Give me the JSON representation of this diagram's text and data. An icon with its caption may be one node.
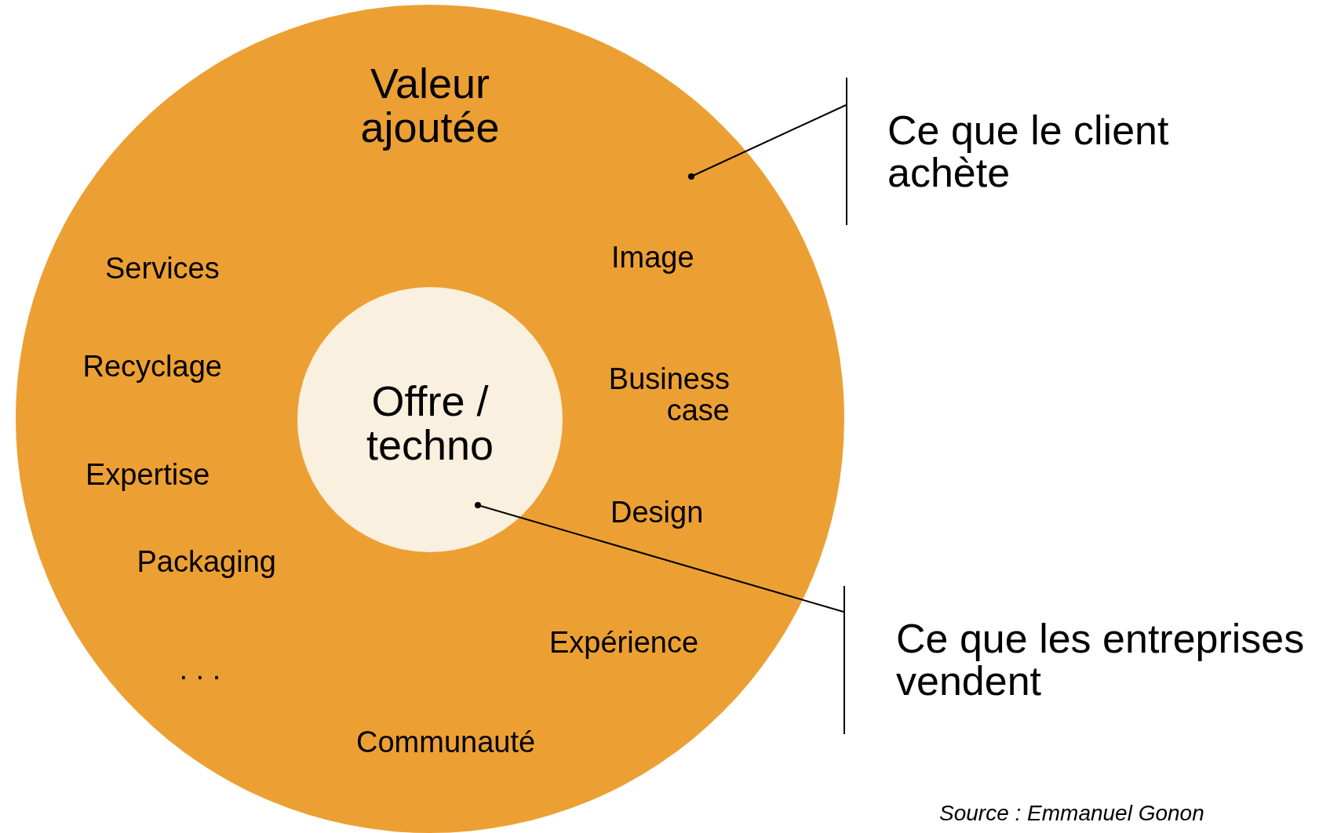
{
  "diagram": {
    "nodes": [
      {
        "text": [
          "Valeur ajoutée",
          "Image",
          "Services",
          "Recyclage",
          "Business case",
          "Expertise",
          "Design",
          "Packaging",
          "Expérience",
          ". . .",
          "Communauté"
        ]
      },
      {
        "text": [
          "Offre / techno"
        ],
        "in": 0
      },
      {
        "text": [
          "Ce que le client achète"
        ]
      },
      {
        "text": [
          "Ce que les entreprises vendent"
        ]
      }
    ],
    "edges": [
      {
        "from": 2,
        "to": 0,
        "arrow": "other"
      },
      {
        "from": 3,
        "to": 1,
        "arrow": "other"
      }
    ],
    "labels": [
      "Source : Emmanuel Gonon"
    ]
  }
}
